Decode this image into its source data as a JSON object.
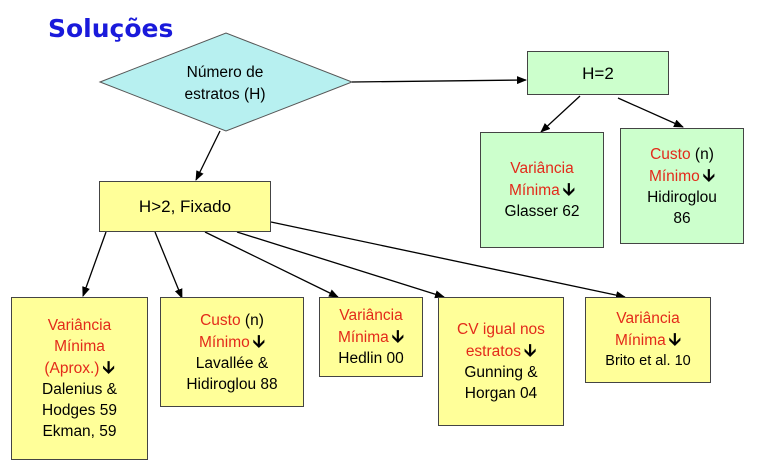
{
  "title": "Soluções",
  "root": {
    "line1": "Número de",
    "line2": "estratos (H)"
  },
  "h2": {
    "label": "H=2"
  },
  "h2_left": {
    "l1": "Variância",
    "l2": "Mínima",
    "arrow": "🡫",
    "l3": "Glasser 62"
  },
  "h2_right": {
    "l1a": "Custo",
    "l1b": "(n)",
    "l2": "Mínimo",
    "arrow": "🡫",
    "l3": "Hidiroglou",
    "l4": "86"
  },
  "hgt2": {
    "label": "H>2, Fixado"
  },
  "b1": {
    "l1": "Variância",
    "l2": "Mínima",
    "l3": "(Aprox.)",
    "arrow": "🡫",
    "l4": "Dalenius &",
    "l5": "Hodges 59",
    "l6": "Ekman, 59"
  },
  "b2": {
    "l1a": "Custo",
    "l1b": "(n)",
    "l2": "Mínimo",
    "arrow": "🡫",
    "l3": "Lavallée &",
    "l4": "Hidiroglou 88"
  },
  "b3": {
    "l1": "Variância",
    "l2": "Mínima",
    "arrow": "🡫",
    "l3": "Hedlin 00"
  },
  "b4": {
    "l1": "CV igual nos",
    "l2": "estratos",
    "arrow": "🡫",
    "l3": "Gunning &",
    "l4": "Horgan 04"
  },
  "b5": {
    "l1": "Variância",
    "l2": "Mínima",
    "arrow": "🡫",
    "l3": "Brito et al. 10"
  },
  "colors": {
    "title": "#1a1adb",
    "diamond": "#b7f0f0",
    "yellow": "#ffff99",
    "green": "#ccffcc",
    "red_text": "#e32a1a"
  }
}
